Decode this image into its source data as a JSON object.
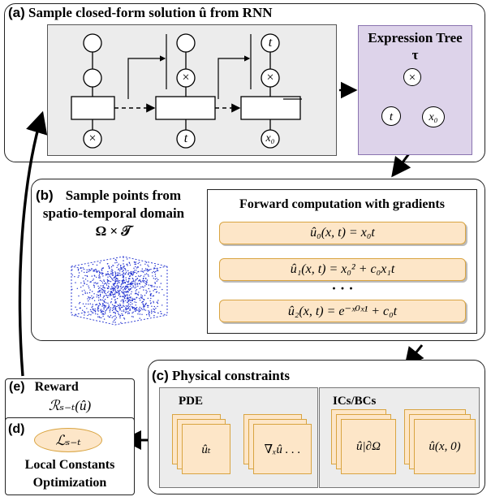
{
  "panel_a": {
    "label": "(a)",
    "title": "Sample closed-form solution û  from RNN",
    "rnn_inputs": [
      "×",
      "t",
      "x₀"
    ],
    "rnn_outputs": [
      "×",
      "t"
    ]
  },
  "expression_tree": {
    "title": "Expression Tree τ",
    "root": "×",
    "left": "t",
    "right": "x₀"
  },
  "panel_b": {
    "label": "(b)",
    "title": "Sample points from spatio-temporal domain Ω × 𝒯",
    "forward_title": "Forward computation with gradients",
    "equations": [
      "û₀(x, t) = x₀t",
      "û₁(x, t) = x₀² + c₀x₁t",
      "· · ·",
      "û₂(x, t) = e⁻ˣ⁰ˣ¹ + c₀t"
    ]
  },
  "panel_c": {
    "label": "(c)",
    "title": "Physical constraints",
    "pde_title": "PDE",
    "pde_items": [
      "ûₜ",
      "∇ₓû . . ."
    ],
    "ics_title": "ICs/BCs",
    "ics_items": [
      "û|∂Ω",
      "û(x, 0)"
    ]
  },
  "panel_d": {
    "label": "(d)",
    "loss": "ℒₛ₋ₜ",
    "caption": "Local Constants Optimization"
  },
  "panel_e": {
    "label": "(e)",
    "title": "Reward",
    "formula": "ℛₛ₋ₜ(û)"
  },
  "colors": {
    "rnn_bg": "#ececec",
    "tree_bg": "#ddd3ea",
    "tree_border": "#8a74b0",
    "eq_bg": "#fde6c8",
    "eq_border": "#d9a441",
    "points": "#1f2fd0"
  }
}
